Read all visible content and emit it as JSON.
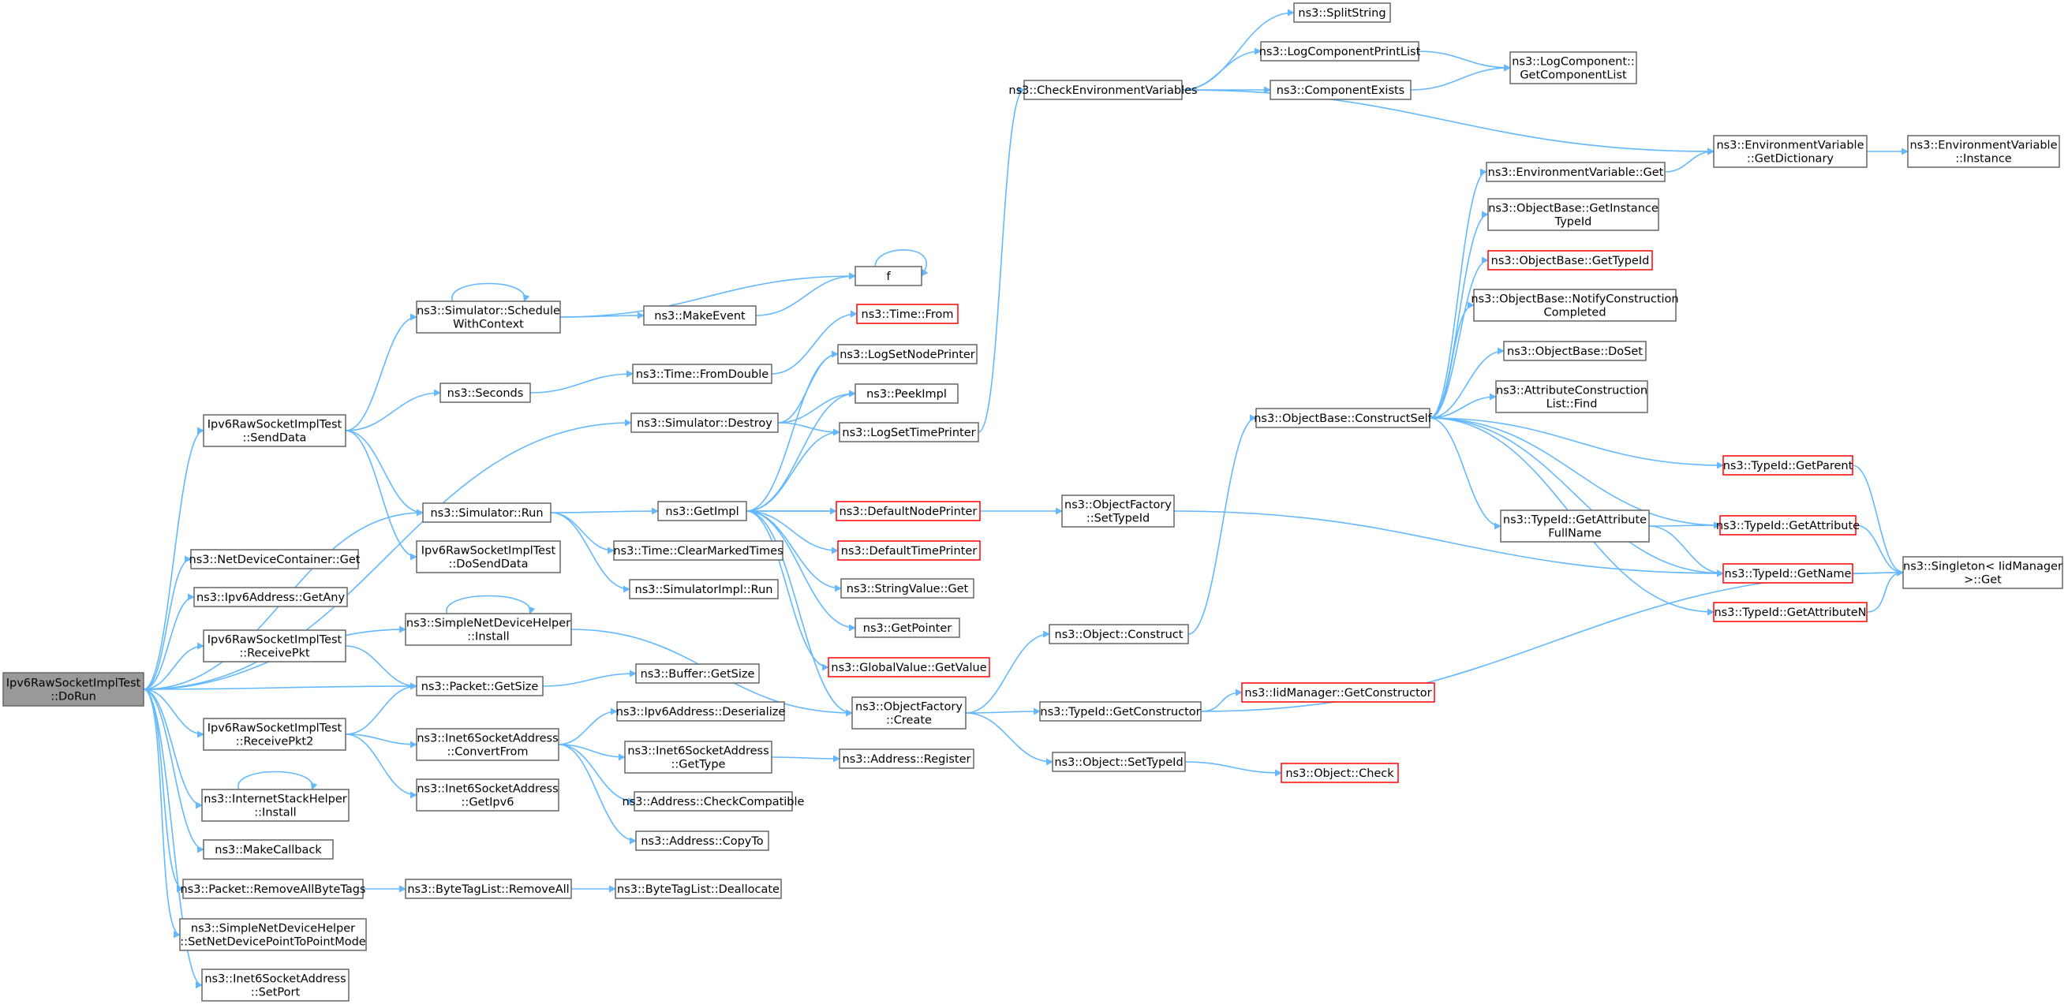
{
  "graph": {
    "nodes": [
      {
        "id": "root",
        "lines": [
          "Ipv6RawSocketImplTest",
          "::DoRun"
        ],
        "variant": "root"
      },
      {
        "id": "senddata",
        "lines": [
          "Ipv6RawSocketImplTest",
          "::SendData"
        ]
      },
      {
        "id": "ndc_get",
        "lines": [
          "ns3::NetDeviceContainer::Get"
        ]
      },
      {
        "id": "ipv6_getany",
        "lines": [
          "ns3::Ipv6Address::GetAny"
        ]
      },
      {
        "id": "receivepkt",
        "lines": [
          "Ipv6RawSocketImplTest",
          "::ReceivePkt"
        ]
      },
      {
        "id": "receivepkt2",
        "lines": [
          "Ipv6RawSocketImplTest",
          "::ReceivePkt2"
        ]
      },
      {
        "id": "ish_install",
        "lines": [
          "ns3::InternetStackHelper",
          "::Install"
        ]
      },
      {
        "id": "makecallback",
        "lines": [
          "ns3::MakeCallback"
        ]
      },
      {
        "id": "removeallbytetags",
        "lines": [
          "ns3::Packet::RemoveAllByteTags"
        ]
      },
      {
        "id": "sndh_setp2p",
        "lines": [
          "ns3::SimpleNetDeviceHelper",
          "::SetNetDevicePointToPointMode"
        ]
      },
      {
        "id": "i6sa_setport",
        "lines": [
          "ns3::Inet6SocketAddress",
          "::SetPort"
        ]
      },
      {
        "id": "schedulewithcontext",
        "lines": [
          "ns3::Simulator::Schedule",
          "WithContext"
        ]
      },
      {
        "id": "seconds",
        "lines": [
          "ns3::Seconds"
        ]
      },
      {
        "id": "sim_run",
        "lines": [
          "ns3::Simulator::Run"
        ]
      },
      {
        "id": "dosenddata",
        "lines": [
          "Ipv6RawSocketImplTest",
          "::DoSendData"
        ]
      },
      {
        "id": "sndh_install",
        "lines": [
          "ns3::SimpleNetDeviceHelper",
          "::Install"
        ]
      },
      {
        "id": "packet_getsize",
        "lines": [
          "ns3::Packet::GetSize"
        ]
      },
      {
        "id": "i6sa_convertfrom",
        "lines": [
          "ns3::Inet6SocketAddress",
          "::ConvertFrom"
        ]
      },
      {
        "id": "i6sa_getipv6",
        "lines": [
          "ns3::Inet6SocketAddress",
          "::GetIpv6"
        ]
      },
      {
        "id": "btl_removeall",
        "lines": [
          "ns3::ByteTagList::RemoveAll"
        ]
      },
      {
        "id": "f",
        "lines": [
          "f"
        ]
      },
      {
        "id": "makeevent",
        "lines": [
          "ns3::MakeEvent"
        ]
      },
      {
        "id": "time_fromdouble",
        "lines": [
          "ns3::Time::FromDouble"
        ]
      },
      {
        "id": "sim_destroy",
        "lines": [
          "ns3::Simulator::Destroy"
        ]
      },
      {
        "id": "getimpl",
        "lines": [
          "ns3::GetImpl"
        ]
      },
      {
        "id": "clearmarkedtimes",
        "lines": [
          "ns3::Time::ClearMarkedTimes"
        ]
      },
      {
        "id": "simimpl_run",
        "lines": [
          "ns3::SimulatorImpl::Run"
        ]
      },
      {
        "id": "buffer_getsize",
        "lines": [
          "ns3::Buffer::GetSize"
        ]
      },
      {
        "id": "ipv6_deserialize",
        "lines": [
          "ns3::Ipv6Address::Deserialize"
        ]
      },
      {
        "id": "i6sa_gettype",
        "lines": [
          "ns3::Inet6SocketAddress",
          "::GetType"
        ]
      },
      {
        "id": "addr_checkcompatible",
        "lines": [
          "ns3::Address::CheckCompatible"
        ]
      },
      {
        "id": "addr_copyto",
        "lines": [
          "ns3::Address::CopyTo"
        ]
      },
      {
        "id": "btl_deallocate",
        "lines": [
          "ns3::ByteTagList::Deallocate"
        ]
      },
      {
        "id": "time_from",
        "lines": [
          "ns3::Time::From"
        ],
        "variant": "red"
      },
      {
        "id": "logsetnodeprinter",
        "lines": [
          "ns3::LogSetNodePrinter"
        ]
      },
      {
        "id": "peekimpl",
        "lines": [
          "ns3::PeekImpl"
        ]
      },
      {
        "id": "logsettimeprinter",
        "lines": [
          "ns3::LogSetTimePrinter"
        ]
      },
      {
        "id": "defaultnodeprinter",
        "lines": [
          "ns3::DefaultNodePrinter"
        ],
        "variant": "red"
      },
      {
        "id": "defaulttimeprinter",
        "lines": [
          "ns3::DefaultTimePrinter"
        ],
        "variant": "red"
      },
      {
        "id": "stringvalue_get",
        "lines": [
          "ns3::StringValue::Get"
        ]
      },
      {
        "id": "getpointer",
        "lines": [
          "ns3::GetPointer"
        ]
      },
      {
        "id": "globalvalue_getvalue",
        "lines": [
          "ns3::GlobalValue::GetValue"
        ],
        "variant": "red"
      },
      {
        "id": "of_create",
        "lines": [
          "ns3::ObjectFactory",
          "::Create"
        ]
      },
      {
        "id": "addr_register",
        "lines": [
          "ns3::Address::Register"
        ]
      },
      {
        "id": "checkenvvars",
        "lines": [
          "ns3::CheckEnvironmentVariables"
        ]
      },
      {
        "id": "of_settypeid",
        "lines": [
          "ns3::ObjectFactory",
          "::SetTypeId"
        ]
      },
      {
        "id": "obj_construct",
        "lines": [
          "ns3::Object::Construct"
        ]
      },
      {
        "id": "tid_getconstructor",
        "lines": [
          "ns3::TypeId::GetConstructor"
        ]
      },
      {
        "id": "obj_settypeid",
        "lines": [
          "ns3::Object::SetTypeId"
        ]
      },
      {
        "id": "splitstring",
        "lines": [
          "ns3::SplitString"
        ]
      },
      {
        "id": "logcompprintlist",
        "lines": [
          "ns3::LogComponentPrintList"
        ]
      },
      {
        "id": "componentexists",
        "lines": [
          "ns3::ComponentExists"
        ]
      },
      {
        "id": "ob_constructself",
        "lines": [
          "ns3::ObjectBase::ConstructSelf"
        ]
      },
      {
        "id": "iidm_getconstructor",
        "lines": [
          "ns3::IidManager::GetConstructor"
        ],
        "variant": "red"
      },
      {
        "id": "obj_check",
        "lines": [
          "ns3::Object::Check"
        ],
        "variant": "red"
      },
      {
        "id": "logcomp_getcomplist",
        "lines": [
          "ns3::LogComponent::",
          "GetComponentList"
        ]
      },
      {
        "id": "envvar_get",
        "lines": [
          "ns3::EnvironmentVariable::Get"
        ]
      },
      {
        "id": "ob_getinstancetypeid",
        "lines": [
          "ns3::ObjectBase::GetInstance",
          "TypeId"
        ]
      },
      {
        "id": "ob_gettypeid",
        "lines": [
          "ns3::ObjectBase::GetTypeId"
        ],
        "variant": "red"
      },
      {
        "id": "ob_notifyconstructioncompleted",
        "lines": [
          "ns3::ObjectBase::NotifyConstruction",
          "Completed"
        ]
      },
      {
        "id": "ob_doset",
        "lines": [
          "ns3::ObjectBase::DoSet"
        ]
      },
      {
        "id": "attrconstructionlist_find",
        "lines": [
          "ns3::AttributeConstruction",
          "List::Find"
        ]
      },
      {
        "id": "tid_getattributefullname",
        "lines": [
          "ns3::TypeId::GetAttribute",
          "FullName"
        ]
      },
      {
        "id": "envvar_getdictionary",
        "lines": [
          "ns3::EnvironmentVariable",
          "::GetDictionary"
        ]
      },
      {
        "id": "tid_getparent",
        "lines": [
          "ns3::TypeId::GetParent"
        ],
        "variant": "red"
      },
      {
        "id": "tid_getattribute",
        "lines": [
          "ns3::TypeId::GetAttribute"
        ],
        "variant": "red"
      },
      {
        "id": "tid_getname",
        "lines": [
          "ns3::TypeId::GetName"
        ],
        "variant": "red"
      },
      {
        "id": "tid_getattributen",
        "lines": [
          "ns3::TypeId::GetAttributeN"
        ],
        "variant": "red"
      },
      {
        "id": "envvar_instance",
        "lines": [
          "ns3::EnvironmentVariable",
          "::Instance"
        ]
      },
      {
        "id": "singleton_get",
        "lines": [
          "ns3::Singleton< IidManager",
          " >::Get"
        ]
      }
    ],
    "edges": [
      [
        "root",
        "senddata"
      ],
      [
        "root",
        "sim_destroy"
      ],
      [
        "root",
        "sndh_install"
      ],
      [
        "root",
        "ndc_get"
      ],
      [
        "root",
        "ipv6_getany"
      ],
      [
        "root",
        "receivepkt"
      ],
      [
        "root",
        "packet_getsize"
      ],
      [
        "root",
        "receivepkt2"
      ],
      [
        "root",
        "ish_install"
      ],
      [
        "root",
        "makecallback"
      ],
      [
        "root",
        "removeallbytetags"
      ],
      [
        "root",
        "sndh_setp2p"
      ],
      [
        "root",
        "i6sa_setport"
      ],
      [
        "root",
        "sim_run"
      ],
      [
        "senddata",
        "schedulewithcontext"
      ],
      [
        "senddata",
        "seconds"
      ],
      [
        "senddata",
        "sim_run"
      ],
      [
        "senddata",
        "dosenddata"
      ],
      [
        "receivepkt",
        "packet_getsize"
      ],
      [
        "receivepkt2",
        "packet_getsize"
      ],
      [
        "receivepkt2",
        "i6sa_convertfrom"
      ],
      [
        "receivepkt2",
        "i6sa_getipv6"
      ],
      [
        "removeallbytetags",
        "btl_removeall"
      ],
      [
        "btl_removeall",
        "btl_deallocate"
      ],
      [
        "schedulewithcontext",
        "schedulewithcontext"
      ],
      [
        "schedulewithcontext",
        "f"
      ],
      [
        "schedulewithcontext",
        "makeevent"
      ],
      [
        "makeevent",
        "f"
      ],
      [
        "f",
        "f"
      ],
      [
        "seconds",
        "time_fromdouble"
      ],
      [
        "time_fromdouble",
        "time_from"
      ],
      [
        "sim_run",
        "getimpl"
      ],
      [
        "sim_run",
        "clearmarkedtimes"
      ],
      [
        "sim_run",
        "simimpl_run"
      ],
      [
        "sim_destroy",
        "logsetnodeprinter"
      ],
      [
        "sim_destroy",
        "peekimpl"
      ],
      [
        "sim_destroy",
        "logsettimeprinter"
      ],
      [
        "getimpl",
        "logsetnodeprinter"
      ],
      [
        "getimpl",
        "peekimpl"
      ],
      [
        "getimpl",
        "logsettimeprinter"
      ],
      [
        "getimpl",
        "defaultnodeprinter"
      ],
      [
        "getimpl",
        "defaulttimeprinter"
      ],
      [
        "getimpl",
        "stringvalue_get"
      ],
      [
        "getimpl",
        "getpointer"
      ],
      [
        "getimpl",
        "globalvalue_getvalue"
      ],
      [
        "getimpl",
        "of_create"
      ],
      [
        "getimpl",
        "of_settypeid"
      ],
      [
        "sndh_install",
        "sndh_install"
      ],
      [
        "sndh_install",
        "of_create"
      ],
      [
        "ish_install",
        "ish_install"
      ],
      [
        "packet_getsize",
        "buffer_getsize"
      ],
      [
        "i6sa_convertfrom",
        "ipv6_deserialize"
      ],
      [
        "i6sa_convertfrom",
        "i6sa_gettype"
      ],
      [
        "i6sa_convertfrom",
        "addr_checkcompatible"
      ],
      [
        "i6sa_convertfrom",
        "addr_copyto"
      ],
      [
        "i6sa_gettype",
        "addr_register"
      ],
      [
        "logsettimeprinter",
        "checkenvvars"
      ],
      [
        "checkenvvars",
        "splitstring"
      ],
      [
        "checkenvvars",
        "logcompprintlist"
      ],
      [
        "checkenvvars",
        "componentexists"
      ],
      [
        "checkenvvars",
        "envvar_getdictionary"
      ],
      [
        "logcompprintlist",
        "logcomp_getcomplist"
      ],
      [
        "componentexists",
        "logcomp_getcomplist"
      ],
      [
        "envvar_getdictionary",
        "envvar_instance"
      ],
      [
        "envvar_get",
        "envvar_getdictionary"
      ],
      [
        "of_create",
        "obj_construct"
      ],
      [
        "of_create",
        "tid_getconstructor"
      ],
      [
        "of_create",
        "obj_settypeid"
      ],
      [
        "obj_construct",
        "ob_constructself"
      ],
      [
        "tid_getconstructor",
        "iidm_getconstructor"
      ],
      [
        "tid_getconstructor",
        "singleton_get"
      ],
      [
        "obj_settypeid",
        "obj_check"
      ],
      [
        "of_settypeid",
        "tid_getname"
      ],
      [
        "ob_constructself",
        "envvar_get"
      ],
      [
        "ob_constructself",
        "ob_getinstancetypeid"
      ],
      [
        "ob_constructself",
        "ob_gettypeid"
      ],
      [
        "ob_constructself",
        "ob_notifyconstructioncompleted"
      ],
      [
        "ob_constructself",
        "ob_doset"
      ],
      [
        "ob_constructself",
        "attrconstructionlist_find"
      ],
      [
        "ob_constructself",
        "tid_getparent"
      ],
      [
        "ob_constructself",
        "tid_getattribute"
      ],
      [
        "ob_constructself",
        "tid_getattributefullname"
      ],
      [
        "ob_constructself",
        "tid_getname"
      ],
      [
        "ob_constructself",
        "tid_getattributen"
      ],
      [
        "tid_getattributefullname",
        "tid_getattribute"
      ],
      [
        "tid_getattributefullname",
        "tid_getname"
      ],
      [
        "tid_getparent",
        "singleton_get"
      ],
      [
        "tid_getattribute",
        "singleton_get"
      ],
      [
        "tid_getname",
        "singleton_get"
      ],
      [
        "tid_getattributen",
        "singleton_get"
      ]
    ]
  },
  "colors": {
    "edge": "#63b8ff",
    "node_border": "#666666",
    "node_border_red": "#ff0000",
    "root_fill": "#999999",
    "background": "#ffffff"
  }
}
